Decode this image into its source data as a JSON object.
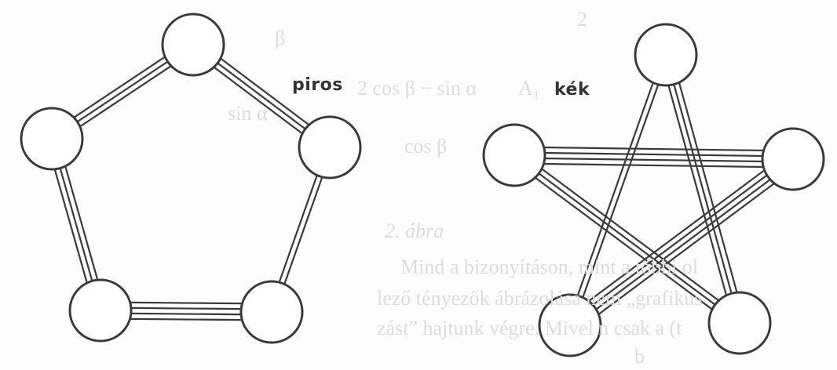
{
  "background_text": [
    "2",
    "β",
    "sin α",
    "2 cos β − sin α",
    "A₁",
    "cos β",
    "2. ábra",
    "Mind a bizonyításon, mint a többi ol",
    "lező tényezők ábrázolása nem „grafikus",
    "zást” hajtunk végre. Mivel n csak a (t",
    "b"
  ],
  "graphs": [
    {
      "label": "piros",
      "nodes": [
        "top",
        "left",
        "right",
        "bottom-left",
        "bottom-right"
      ],
      "edges": [
        {
          "from": "left",
          "to": "top",
          "strokes": 3
        },
        {
          "from": "top",
          "to": "right",
          "strokes": 3
        },
        {
          "from": "right",
          "to": "bottom-right",
          "strokes": 2
        },
        {
          "from": "bottom-right",
          "to": "bottom-left",
          "strokes": 4
        },
        {
          "from": "bottom-left",
          "to": "left",
          "strokes": 3
        }
      ]
    },
    {
      "label": "kék",
      "nodes": [
        "top",
        "left",
        "right",
        "bottom-left",
        "bottom-right"
      ],
      "edges": [
        {
          "from": "top",
          "to": "bottom-left",
          "strokes": 2
        },
        {
          "from": "top",
          "to": "bottom-right",
          "strokes": 3
        },
        {
          "from": "left",
          "to": "right",
          "strokes": 4
        },
        {
          "from": "left",
          "to": "bottom-right",
          "strokes": 3
        },
        {
          "from": "right",
          "to": "bottom-left",
          "strokes": 4
        }
      ]
    }
  ]
}
